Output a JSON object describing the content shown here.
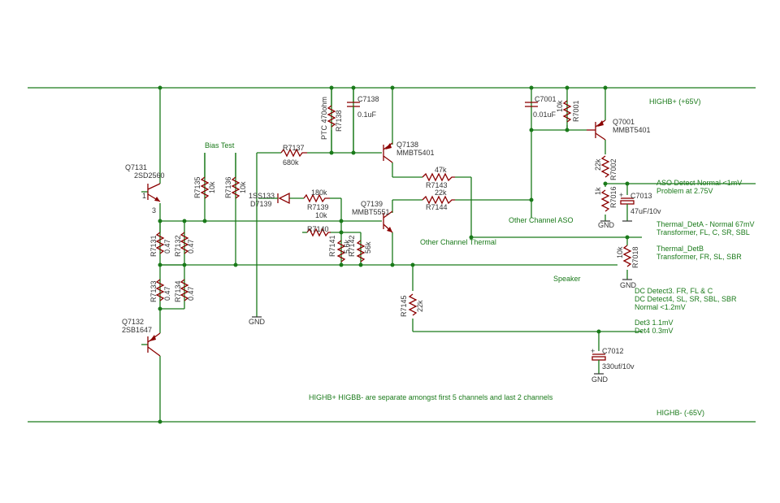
{
  "components": {
    "Q7131": {
      "ref": "Q7131",
      "value": "2SD2560"
    },
    "Q7132": {
      "ref": "Q7132",
      "value": "2SB1647"
    },
    "Q7138": {
      "ref": "Q7138",
      "value": "MMBT5401"
    },
    "Q7139": {
      "ref": "Q7139",
      "value": "MMBT5551"
    },
    "Q7001": {
      "ref": "Q7001",
      "value": "MMBT5401"
    },
    "R7131": {
      "ref": "R7131",
      "value": "0.47"
    },
    "R7132": {
      "ref": "R7132",
      "value": "0.47"
    },
    "R7133": {
      "ref": "R7133",
      "value": "0.47"
    },
    "R7134": {
      "ref": "R7134",
      "value": "0.47"
    },
    "R7135": {
      "ref": "R7135",
      "value": "10k"
    },
    "R7136": {
      "ref": "R7136",
      "value": "10k"
    },
    "R7137": {
      "ref": "R7137",
      "value": "680k"
    },
    "R7138": {
      "ref": "R7138",
      "value": "PTC 470ohm"
    },
    "R7139": {
      "ref": "R7139",
      "value": "180k"
    },
    "R7140": {
      "ref": "R7140",
      "value": "10k"
    },
    "R7141": {
      "ref": "R7141",
      "value": "5.6k"
    },
    "R7142": {
      "ref": "R7142",
      "value": "56k"
    },
    "R7143": {
      "ref": "R7143",
      "value": "47k"
    },
    "R7144": {
      "ref": "R7144",
      "value": "22k"
    },
    "R7145": {
      "ref": "R7145",
      "value": "22k"
    },
    "R7001": {
      "ref": "R7001",
      "value": "10k"
    },
    "R7002": {
      "ref": "R7002",
      "value": "22k"
    },
    "R7016": {
      "ref": "R7016",
      "value": "1k"
    },
    "R7018": {
      "ref": "R7018",
      "value": "10k"
    },
    "C7138": {
      "ref": "C7138",
      "value": "0.1uF"
    },
    "C7001": {
      "ref": "C7001",
      "value": "0.01uF"
    },
    "C7013": {
      "ref": "C7013",
      "value": "47uF/10v"
    },
    "C7012": {
      "ref": "C7012",
      "value": "330uf/10v"
    },
    "D7139": {
      "ref": "D7139",
      "value": "1SS133"
    }
  },
  "nets": {
    "highb_plus": "HIGHB+ (+65V)",
    "highb_minus": "HIGHB- (-65V)",
    "bias_test": "Bias Test",
    "other_channel_aso": "Other Channel ASO",
    "other_channel_thermal": "Other Channel Thermal",
    "speaker": "Speaker",
    "gnd": "GND"
  },
  "notes": {
    "aso_1": "ASO Detect Normal <1mV",
    "aso_2": "Problem at 2.75V",
    "det_a_1": "Thermal_DetA - Normal 67mV",
    "det_a_2": "Transformer, FL, C, SR, SBL",
    "det_b_1": "Thermal_DetB",
    "det_b_2": "Transformer, FR, SL, SBR",
    "dc_1": "DC Detect3. FR, FL & C",
    "dc_2": "DC Detect4, SL, SR, SBL, SBR",
    "dc_3": "Normal <1.2mV",
    "det3": "Det3 1.1mV",
    "det4": "Det4 0.3mV",
    "separate": "HIGHB+ HIGBB- are separate amongst first 5 channels and last 2 channels"
  },
  "pins": {
    "q7131_e": "3",
    "q7131_b": "1"
  }
}
